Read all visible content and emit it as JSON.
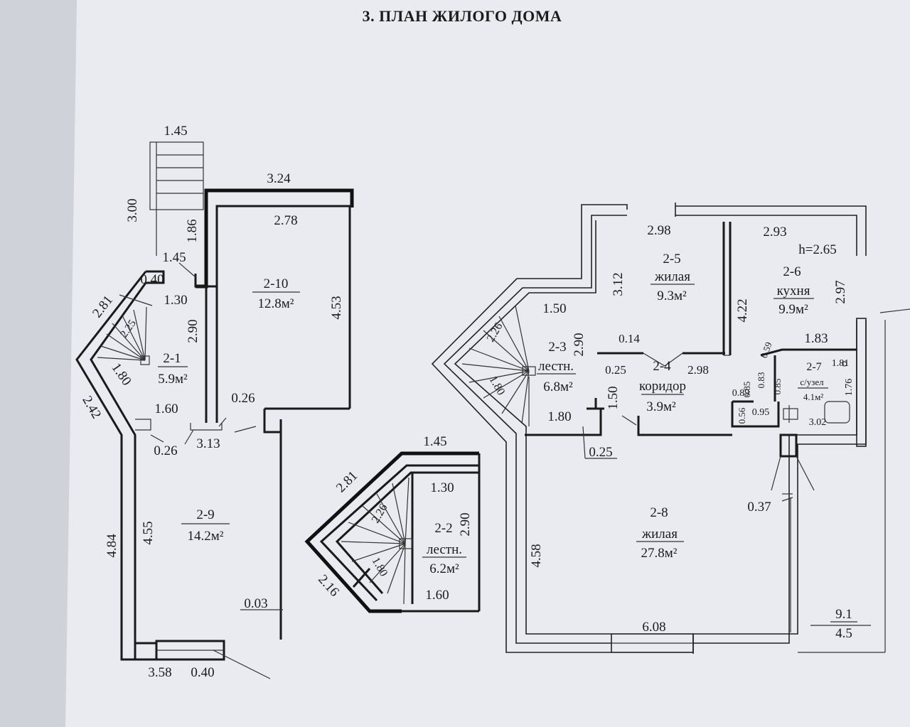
{
  "title": "3. ПЛАН ЖИЛОГО ДОМА",
  "rooms": [
    {
      "id": "2-1",
      "name": "",
      "area": "5.9м²"
    },
    {
      "id": "2-2",
      "name": "лестн.",
      "area": "6.2м²"
    },
    {
      "id": "2-3",
      "name": "лестн.",
      "area": "6.8м²"
    },
    {
      "id": "2-4",
      "name": "коридор",
      "area": "3.9м²"
    },
    {
      "id": "2-5",
      "name": "жилая",
      "area": "9.3м²"
    },
    {
      "id": "2-6",
      "name": "кухня",
      "area": "9.9м²"
    },
    {
      "id": "2-7",
      "name": "с/узел",
      "area": "4.1м²"
    },
    {
      "id": "2-8",
      "name": "жилая",
      "area": "27.8м²"
    },
    {
      "id": "2-9",
      "name": "",
      "area": "14.2м²"
    },
    {
      "id": "2-10",
      "name": "",
      "area": "12.8м²"
    }
  ],
  "height_note": "h=2.65",
  "scale_note": {
    "top": "9.1",
    "bottom": "4.5"
  },
  "dimensions": [
    "1.45",
    "3.00",
    "1.86",
    "3.24",
    "2.78",
    "1.45",
    "0.40",
    "1.30",
    "2.81",
    "2.25",
    "2.90",
    "4.53",
    "1.80",
    "2.42",
    "1.60",
    "0.26",
    "0.26",
    "3.13",
    "4.84",
    "4.55",
    "0.03",
    "3.58",
    "0.40",
    "1.45",
    "2.81",
    "1.30",
    "2.26",
    "2.90",
    "1.80",
    "2.16",
    "1.60",
    "2.98",
    "2.93",
    "3.12",
    "4.22",
    "2.97",
    "1.50",
    "2.26",
    "2.90",
    "1.80",
    "0.14",
    "0.25",
    "2.98",
    "1.83",
    "0.59",
    "0.83",
    "0.85",
    "1.81",
    "1.76",
    "0.89",
    "0.56",
    "0.95",
    "3.02",
    "1.50",
    "1.80",
    "0.25",
    "0.37",
    "4.58",
    "6.08",
    "0.85"
  ]
}
